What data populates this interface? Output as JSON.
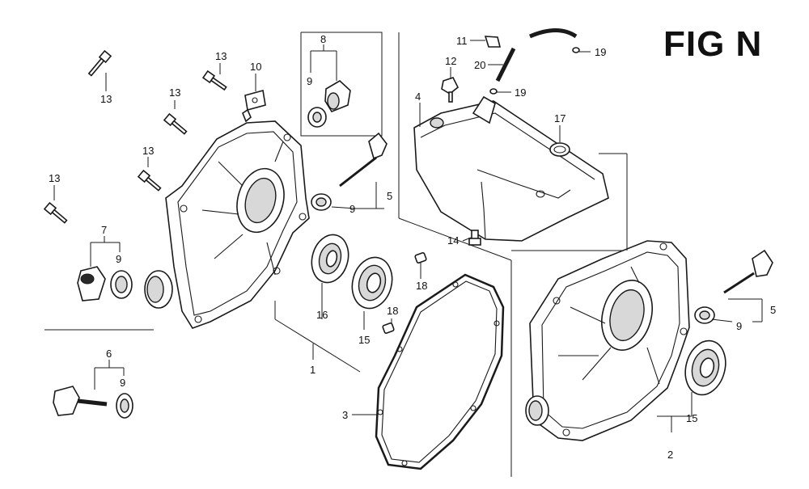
{
  "figure": {
    "title": "FIG N"
  },
  "callouts": [
    {
      "id": "c13a",
      "text": "13"
    },
    {
      "id": "c13b",
      "text": "13"
    },
    {
      "id": "c13c",
      "text": "13"
    },
    {
      "id": "c13d",
      "text": "13"
    },
    {
      "id": "c13e",
      "text": "13"
    },
    {
      "id": "c10",
      "text": "10"
    },
    {
      "id": "c8",
      "text": "8"
    },
    {
      "id": "c9a",
      "text": "9"
    },
    {
      "id": "c5a",
      "text": "5"
    },
    {
      "id": "c9b",
      "text": "9"
    },
    {
      "id": "c7",
      "text": "7"
    },
    {
      "id": "c9c",
      "text": "9"
    },
    {
      "id": "c16",
      "text": "16"
    },
    {
      "id": "c15a",
      "text": "15"
    },
    {
      "id": "c1",
      "text": "1"
    },
    {
      "id": "c18a",
      "text": "18"
    },
    {
      "id": "c18b",
      "text": "18"
    },
    {
      "id": "c6",
      "text": "6"
    },
    {
      "id": "c9d",
      "text": "9"
    },
    {
      "id": "c3",
      "text": "3"
    },
    {
      "id": "c11",
      "text": "11"
    },
    {
      "id": "c20",
      "text": "20"
    },
    {
      "id": "c19a",
      "text": "19"
    },
    {
      "id": "c19b",
      "text": "19"
    },
    {
      "id": "c12",
      "text": "12"
    },
    {
      "id": "c4",
      "text": "4"
    },
    {
      "id": "c17",
      "text": "17"
    },
    {
      "id": "c14",
      "text": "14"
    },
    {
      "id": "c5b",
      "text": "5"
    },
    {
      "id": "c9e",
      "text": "9"
    },
    {
      "id": "c15b",
      "text": "15"
    },
    {
      "id": "c2",
      "text": "2"
    }
  ]
}
